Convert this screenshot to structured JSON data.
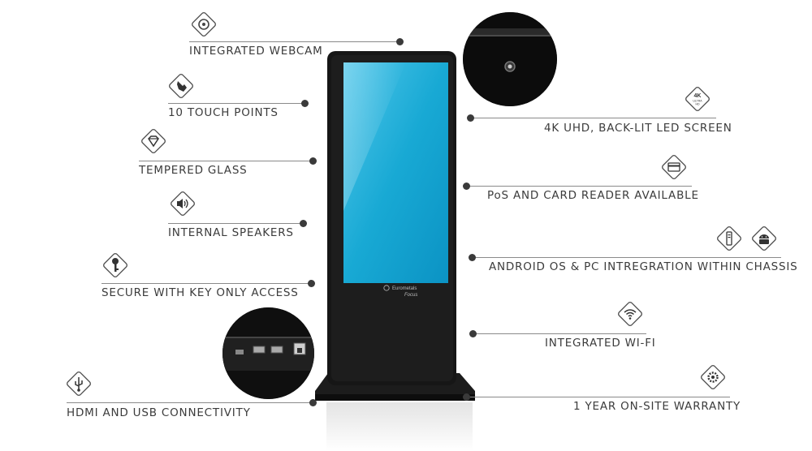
{
  "features": {
    "webcam": "INTEGRATED WEBCAM",
    "touch": "10 TOUCH POINTS",
    "glass": "TEMPERED GLASS",
    "speakers": "INTERNAL SPEAKERS",
    "key": "SECURE WITH KEY ONLY ACCESS",
    "hdmi": "HDMI AND USB CONNECTIVITY",
    "uhd": "4K UHD, BACK-LIT LED SCREEN",
    "pos": "PoS AND CARD READER AVAILABLE",
    "android": "ANDROID OS & PC INTREGRATION WITHIN CHASSIS",
    "wifi": "INTEGRATED WI-FI",
    "warranty": "1 YEAR ON-SITE WARRANTY"
  },
  "icons": {
    "webcam": "webcam-icon",
    "touch": "touch-hand-icon",
    "glass": "diamond-icon",
    "speakers": "speaker-icon",
    "key": "key-icon",
    "hdmi": "usb-icon",
    "uhd": "4k-ultra-hd-icon",
    "pos": "card-icon",
    "pc": "pc-tower-icon",
    "android": "android-icon",
    "wifi": "wifi-icon",
    "warranty": "gear-badge-icon"
  },
  "badge_4k": {
    "line1": "4K",
    "line2": "ULTRA",
    "line3": "HD"
  },
  "brand": {
    "name": "Eurometals",
    "model": "Focus"
  },
  "colors": {
    "screen": "#1fb0d9",
    "body": "#141414",
    "text": "#3c3c3c",
    "line": "#8a8a8a"
  }
}
